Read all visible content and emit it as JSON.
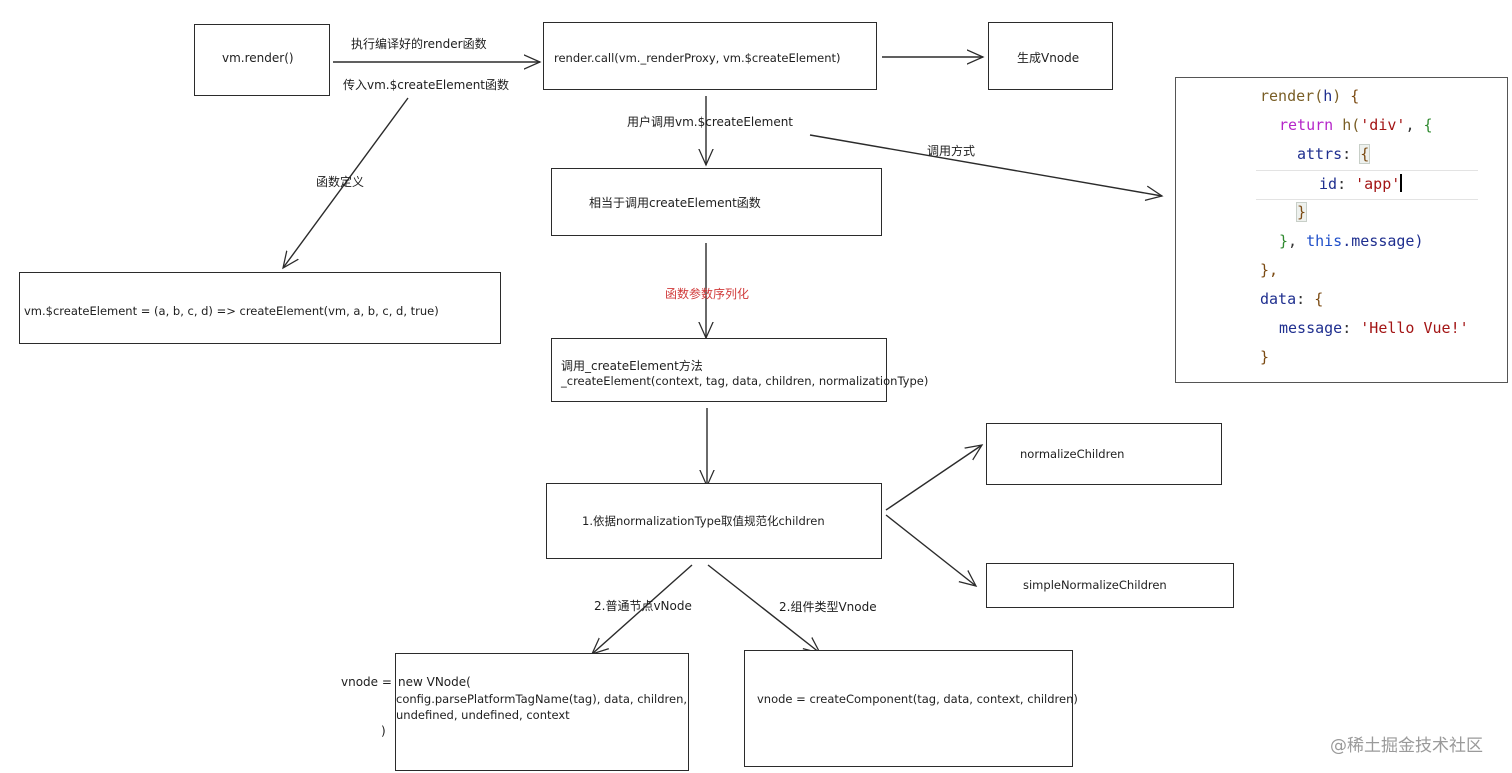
{
  "nodes": {
    "vm_render": "vm.render()",
    "render_call": "render.call(vm._renderProxy, vm.$createElement)",
    "gen_vnode": "生成Vnode",
    "create_element_def": "vm.$createElement = (a, b, c, d) => createElement(vm, a, b, c, d, true)",
    "equiv_create_element": "相当于调用createElement函数",
    "call_create_element_line1": "调用_createElement方法",
    "call_create_element_line2": "_createElement(context, tag, data, children, normalizationType)",
    "normalize_by_type": "1.依据normalizationType取值规范化children",
    "normalize_children": "normalizeChildren",
    "simple_normalize_children": "simpleNormalizeChildren",
    "new_vnode_prefix": "vnode =",
    "new_vnode_line1": "new VNode(",
    "new_vnode_line2": "config.parsePlatformTagName(tag), data, children,",
    "new_vnode_line3": "undefined, undefined, context",
    "new_vnode_line4": ")",
    "create_component": "vnode = createComponent(tag, data, context, children)"
  },
  "edge_labels": {
    "exec_compiled_render": "执行编译好的render函数",
    "pass_create_element": "传入vm.$createElement函数",
    "function_definition": "函数定义",
    "user_calls_create_element": "用户调用vm.$createElement",
    "call_style": "调用方式",
    "serialize_args": "函数参数序列化",
    "plain_vnode": "2.普通节点vNode",
    "component_vnode": "2.组件类型Vnode"
  },
  "code_sample": {
    "l1": [
      "render",
      "(",
      "h",
      ")",
      " {"
    ],
    "l2": [
      "return",
      " h(",
      "'div'",
      ", ",
      "{"
    ],
    "l3": [
      "attrs",
      ": ",
      "{"
    ],
    "l4": [
      "id",
      ": ",
      "'app'"
    ],
    "l5": [
      "}"
    ],
    "l6": [
      "}",
      ", ",
      "this",
      ".message)"
    ],
    "l7": [
      "},"
    ],
    "l8": [
      "data",
      ": ",
      "{"
    ],
    "l9": [
      "message",
      ": ",
      "'Hello Vue!'"
    ],
    "l10": [
      "}"
    ]
  },
  "watermark": "@稀土掘金技术社区",
  "colors": {
    "stroke": "#2b2b2b",
    "highlight_label": "#d03a3a"
  }
}
